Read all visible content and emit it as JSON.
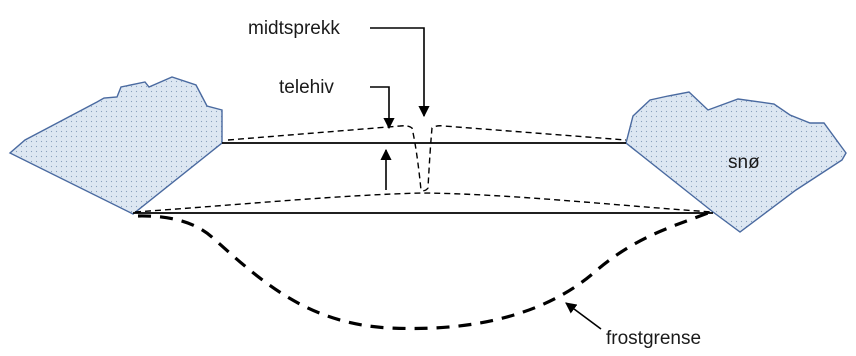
{
  "labels": {
    "midtsprekk": "midtsprekk",
    "telehiv": "telehiv",
    "snow": "snø",
    "frostgrense": "frostgrense"
  },
  "colors": {
    "snow_fill": "#dde7f2",
    "snow_stroke": "#4a6aa0",
    "lines": "#000000"
  }
}
